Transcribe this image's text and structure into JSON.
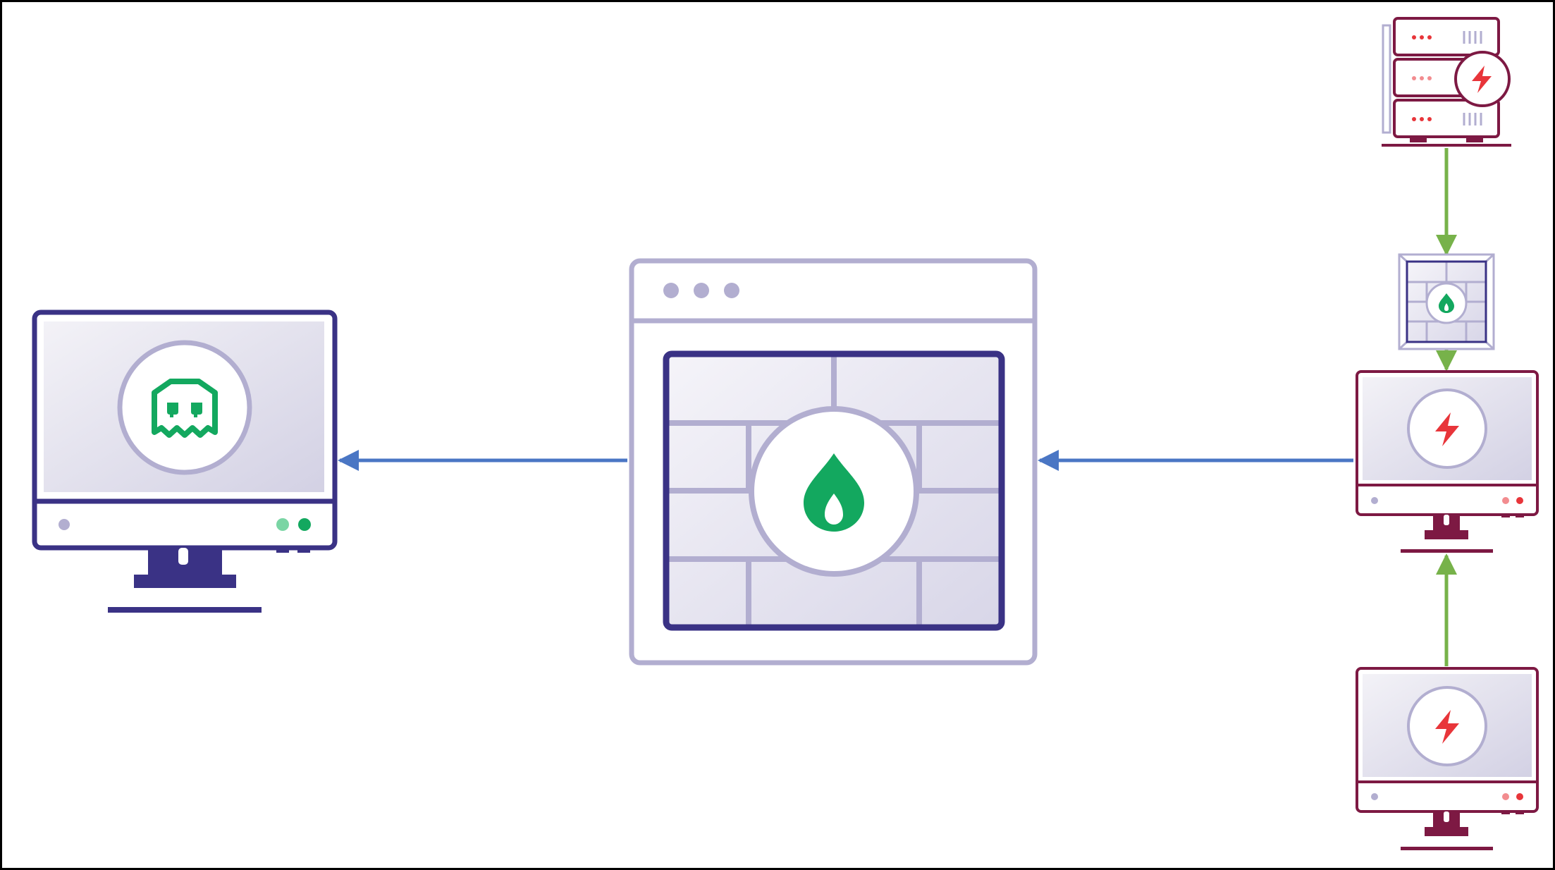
{
  "diagram": {
    "colors": {
      "frame": "#000000",
      "navy": "#3a3285",
      "lavender": "#b2aed0",
      "screen_light": "#f1f0f6",
      "screen_dark": "#d6d4e6",
      "green": "#13a85f",
      "light_green": "#7ad5a4",
      "crimson": "#7d1943",
      "red": "#e8353a",
      "pink": "#f28c8f",
      "arrow_blue": "#4a76c4",
      "arrow_green": "#77b24a"
    },
    "nodes": [
      {
        "id": "victim-computer",
        "icon": "ghost-icon"
      },
      {
        "id": "browser-firewall",
        "icon": "flame-icon"
      },
      {
        "id": "attacker-server",
        "icon": "lightning-icon"
      },
      {
        "id": "small-firewall",
        "icon": "flame-icon"
      },
      {
        "id": "attacker-computer-upper",
        "icon": "lightning-icon"
      },
      {
        "id": "attacker-computer-lower",
        "icon": "lightning-icon"
      }
    ],
    "edges": [
      {
        "from": "browser-firewall",
        "to": "victim-computer",
        "color": "arrow_blue"
      },
      {
        "from": "attacker-computer-upper",
        "to": "browser-firewall",
        "color": "arrow_blue"
      },
      {
        "from": "attacker-server",
        "to": "small-firewall",
        "color": "arrow_green"
      },
      {
        "from": "small-firewall",
        "to": "attacker-computer-upper",
        "color": "arrow_green"
      },
      {
        "from": "attacker-computer-lower",
        "to": "attacker-computer-upper",
        "color": "arrow_green"
      }
    ]
  }
}
